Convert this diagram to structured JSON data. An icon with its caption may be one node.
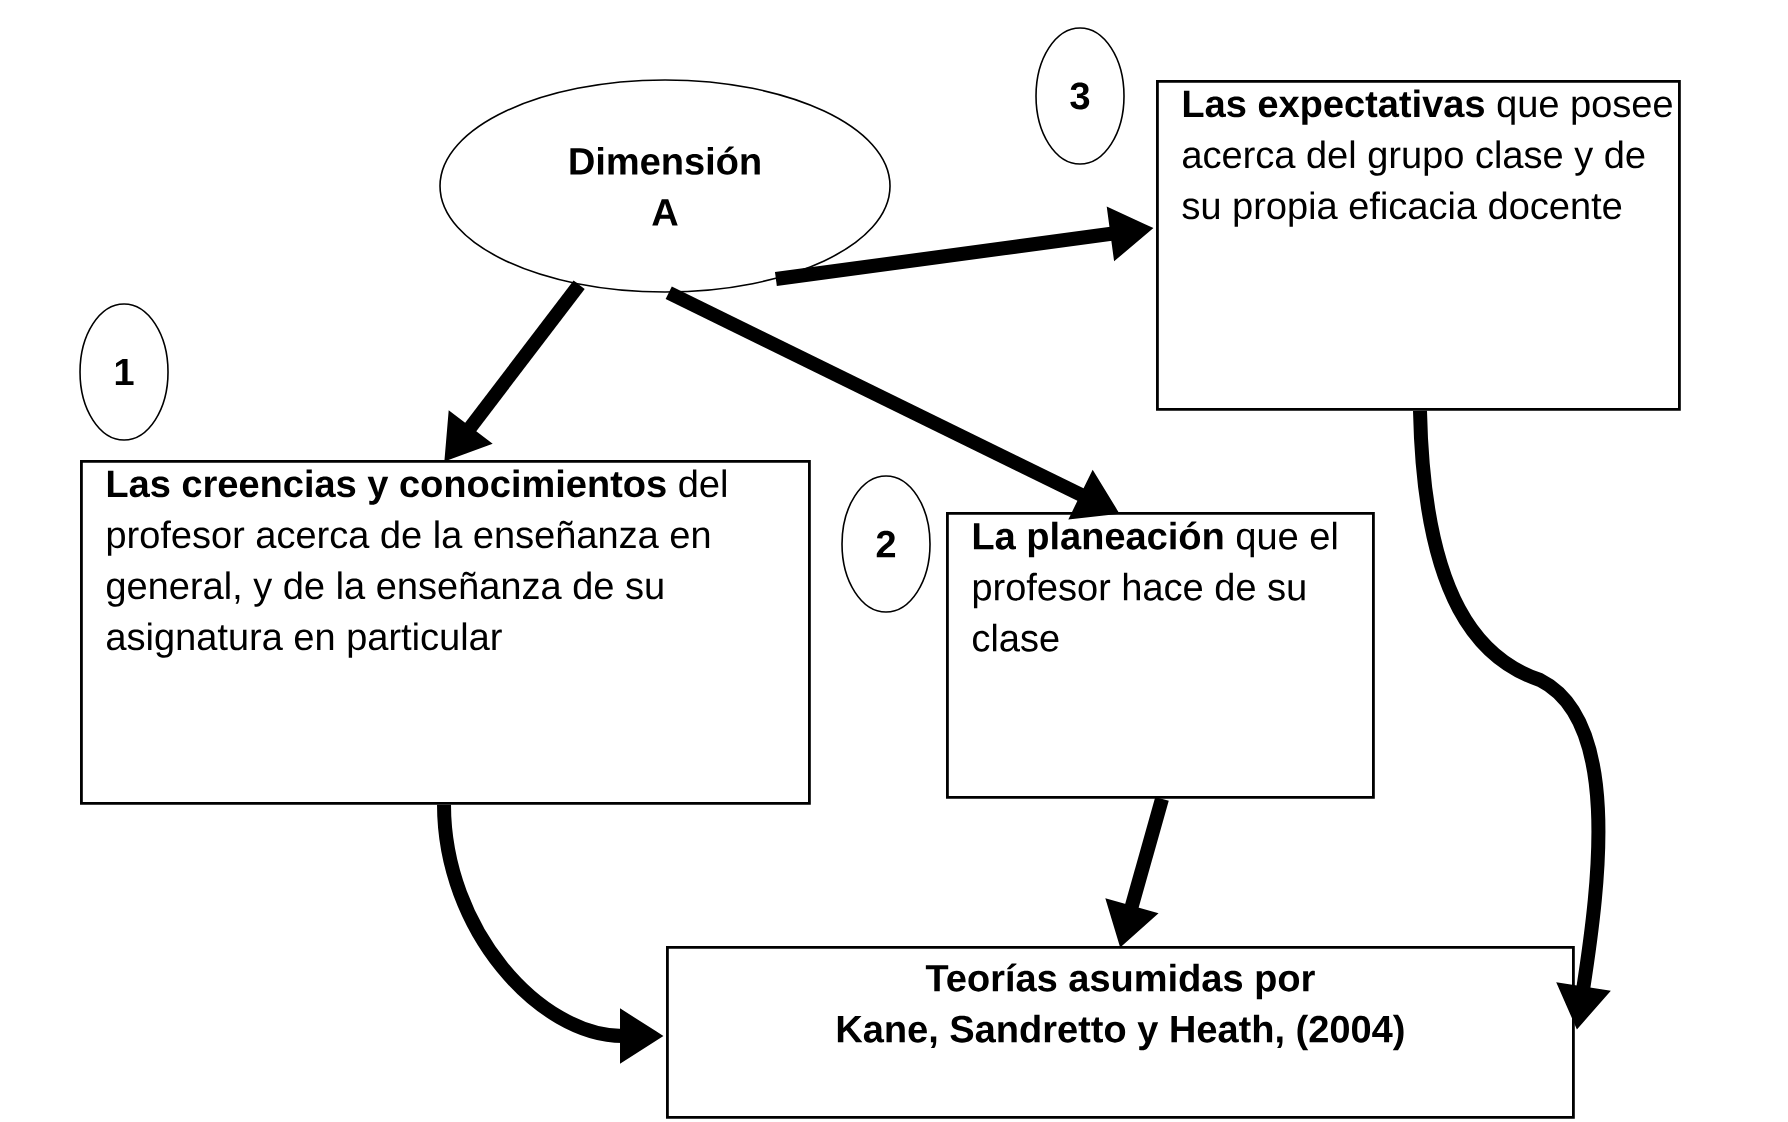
{
  "diagram": {
    "nodes": [
      {
        "text": [
          "Dimensión A"
        ]
      },
      {
        "text": [
          "3"
        ]
      },
      {
        "text": [
          "**Las expectativas** que posee acerca del grupo clase y de su propia eficacia docente"
        ]
      },
      {
        "text": [
          "1"
        ]
      },
      {
        "text": [
          "**Las creencias y conocimientos** del profesor acerca de la enseñanza en general, y de la enseñanza de su asignatura en particular"
        ]
      },
      {
        "text": [
          "2"
        ]
      },
      {
        "text": [
          "**La planeación** que el profesor hace de su clase"
        ]
      },
      {
        "text": [
          "Teorías asumidas por",
          "Kane, Sandretto y Heath, (2004)"
        ]
      }
    ],
    "edges": [
      {
        "from": 0,
        "to": 4,
        "arrow": "to"
      },
      {
        "from": 0,
        "to": 2,
        "arrow": "to"
      },
      {
        "from": 0,
        "to": 6,
        "arrow": "to"
      },
      {
        "from": 4,
        "to": 7,
        "arrow": "to"
      },
      {
        "from": 6,
        "to": 7,
        "arrow": "to"
      },
      {
        "from": 2,
        "to": 7,
        "arrow": "to"
      }
    ]
  }
}
